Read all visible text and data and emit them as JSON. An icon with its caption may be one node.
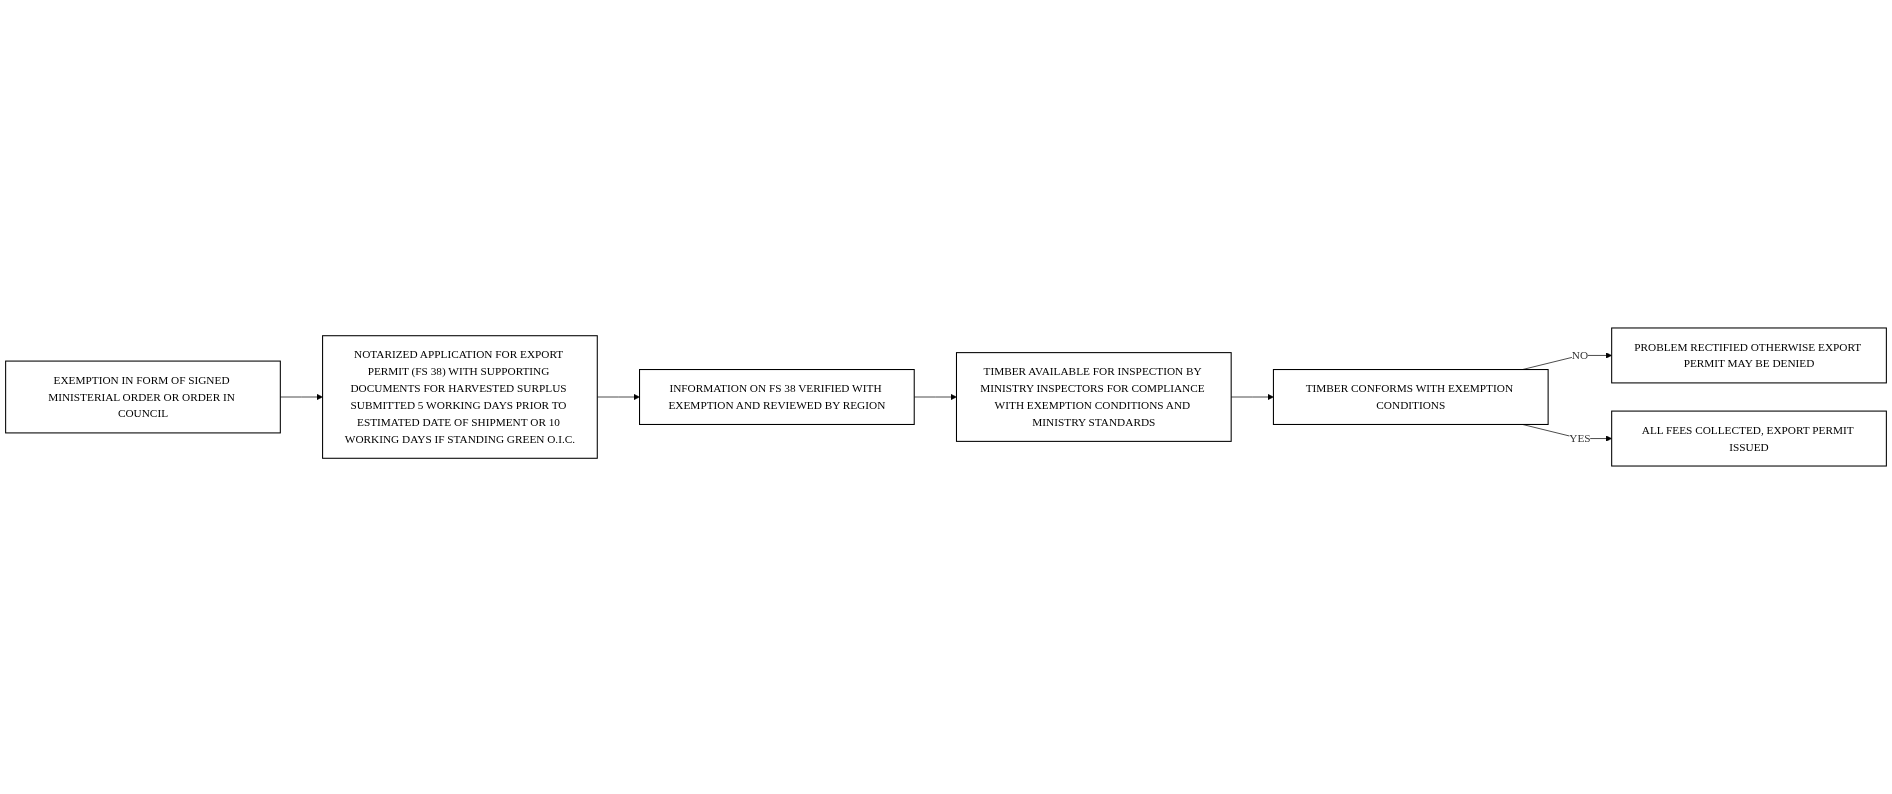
{
  "diagram": {
    "nodes": [
      {
        "text": [
          "EXEMPTION IN FORM OF SIGNED MINISTERIAL ORDER OR ORDER IN COUNCIL"
        ]
      },
      {
        "text": [
          "NOTARIZED APPLICATION FOR EXPORT PERMIT (FS 38) WITH SUPPORTING DOCUMENTS FOR HARVESTED SURPLUS SUBMITTED 5 WORKING DAYS PRIOR TO ESTIMATED DATE OF SHIPMENT OR 10 WORKING DAYS IF STANDING GREEN O.I.C."
        ]
      },
      {
        "text": [
          "INFORMATION ON FS 38 VERIFIED WITH EXEMPTION AND REVIEWED BY REGION"
        ]
      },
      {
        "text": [
          "TIMBER AVAILABLE FOR INSPECTION BY MINISTRY INSPECTORS FOR COMPLIANCE WITH EXEMPTION CONDITIONS AND MINISTRY STANDARDS"
        ]
      },
      {
        "text": [
          "TIMBER CONFORMS WITH EXEMPTION CONDITIONS"
        ]
      },
      {
        "text": [
          "PROBLEM RECTIFIED OTHERWISE EXPORT PERMIT MAY BE DENIED"
        ]
      },
      {
        "text": [
          "ALL FEES COLLECTED, EXPORT PERMIT ISSUED"
        ]
      }
    ],
    "edges": [
      {
        "from": 0,
        "to": 1,
        "arrow": "to"
      },
      {
        "from": 1,
        "to": 2,
        "arrow": "to"
      },
      {
        "from": 2,
        "to": 3,
        "arrow": "to"
      },
      {
        "from": 3,
        "to": 4,
        "arrow": "to"
      },
      {
        "from": 4,
        "to": 5,
        "arrow": "to",
        "label": "NO"
      },
      {
        "from": 4,
        "to": 6,
        "arrow": "to",
        "label": "YES"
      }
    ]
  }
}
